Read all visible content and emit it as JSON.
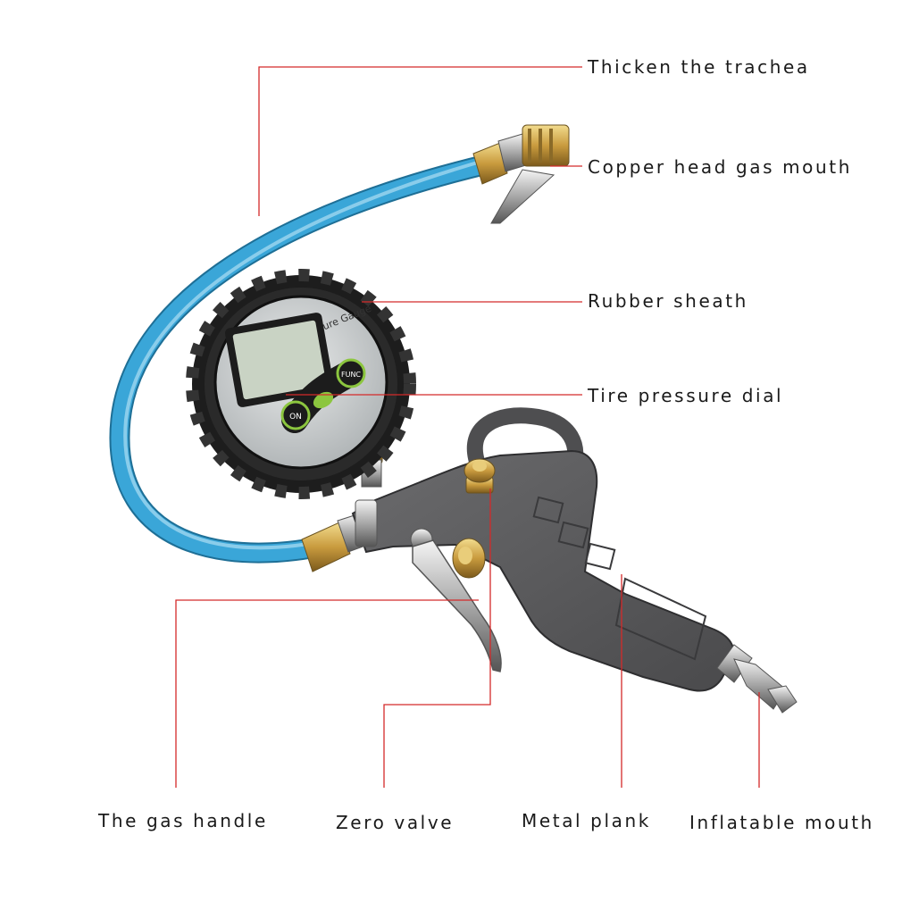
{
  "gauge": {
    "face_text": "Digital Pressure Gauge",
    "func_button": "FUNC",
    "on_button": "ON"
  },
  "labels": {
    "thicken_trachea": "Thicken the trachea",
    "copper_head": "Copper head gas mouth",
    "rubber_sheath": "Rubber sheath",
    "tire_pressure_dial": "Tire pressure dial",
    "gas_handle": "The gas handle",
    "zero_valve": "Zero valve",
    "metal_plank": "Metal plank",
    "inflatable_mouth": "Inflatable mouth"
  },
  "colors": {
    "leader_line": "#d42a2a",
    "hose": "#3aa6d8",
    "gun_body": "#58585a",
    "rubber": "#1d1d1d",
    "brass": "#c8a048",
    "button_green": "#8cc63f"
  }
}
